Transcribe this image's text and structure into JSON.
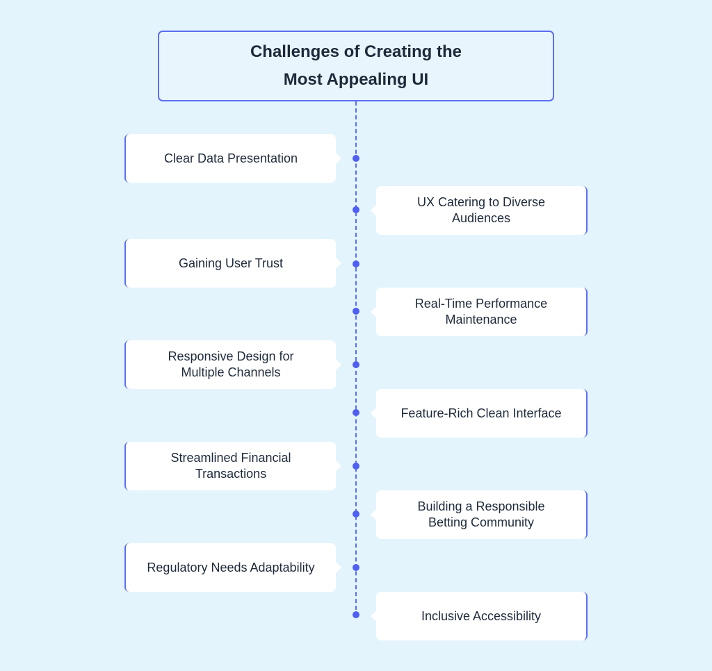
{
  "title": "Challenges of Creating the Most Appealing UI",
  "items": [
    {
      "label": "Clear Data Presentation",
      "side": "left"
    },
    {
      "label": "UX Catering to Diverse Audiences",
      "side": "right"
    },
    {
      "label": "Gaining User Trust",
      "side": "left"
    },
    {
      "label": "Real-Time Performance Maintenance",
      "side": "right"
    },
    {
      "label": "Responsive Design for Multiple Channels",
      "side": "left"
    },
    {
      "label": "Feature-Rich Clean Interface",
      "side": "right"
    },
    {
      "label": "Streamlined Financial Transactions",
      "side": "left"
    },
    {
      "label": "Building a Responsible Betting Community",
      "side": "right"
    },
    {
      "label": "Regulatory Needs Adaptability",
      "side": "left"
    },
    {
      "label": "Inclusive Accessibility",
      "side": "right"
    }
  ],
  "colors": {
    "background": "#e3f4fd",
    "accent": "#5c6ef2",
    "card": "#ffffff",
    "text": "#1e2a3a"
  }
}
